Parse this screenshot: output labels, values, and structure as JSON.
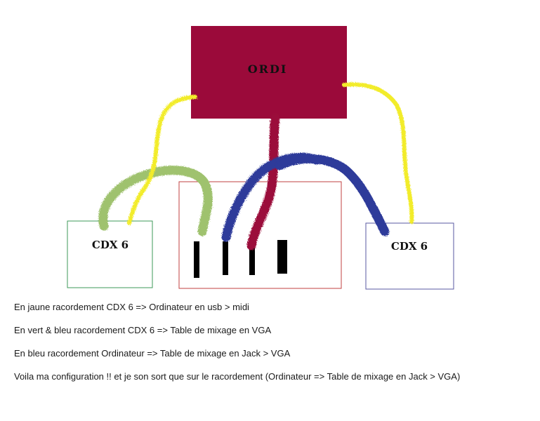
{
  "diagram": {
    "computer": {
      "label": "ORDI",
      "color": "#9b0a3a"
    },
    "left_device": {
      "label": "CDX 6",
      "border": "#3e9a5a"
    },
    "right_device": {
      "label": "CDX 6",
      "border": "#5a5aa0"
    },
    "mixer": {
      "border": "#c04040"
    },
    "cable_colors": {
      "yellow": "#f2ec2a",
      "green": "#9fc26e",
      "blue": "#2d3a9a",
      "red": "#9b0a3a"
    }
  },
  "notes": [
    "En jaune racordement CDX 6 => Ordinateur en usb > midi",
    "En vert & bleu racordement CDX 6 => Table de mixage en VGA",
    "En bleu racordement Ordinateur => Table de mixage en Jack > VGA",
    "Voila ma configuration !! et je son sort que sur le racordement (Ordinateur => Table de mixage en Jack > VGA)"
  ]
}
